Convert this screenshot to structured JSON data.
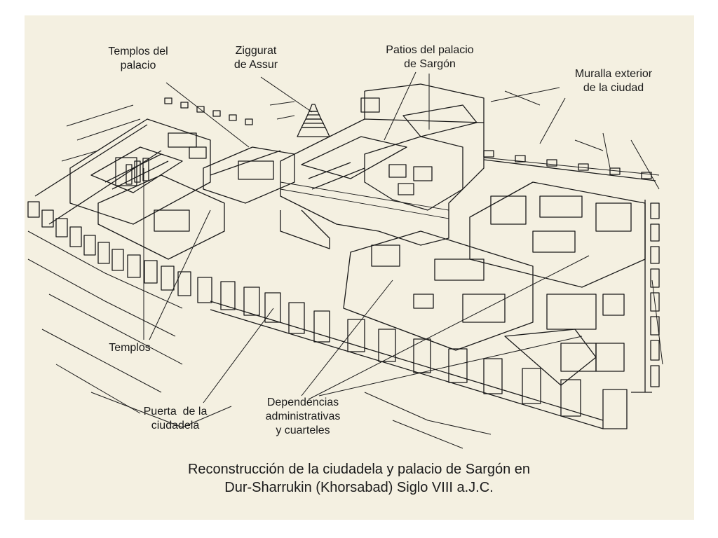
{
  "labels": {
    "templos_palacio": [
      "Templos del",
      "palacio"
    ],
    "ziggurat": [
      "Ziggurat",
      "de Assur"
    ],
    "patios": [
      "Patios del palacio",
      "de Sargón"
    ],
    "muralla": [
      "Muralla exterior",
      "de la ciudad"
    ],
    "templos": "Templos",
    "puerta": [
      "Puerta  de la",
      "ciudadela"
    ],
    "dependencias": [
      "Dependencias",
      "administrativas",
      "y cuarteles"
    ]
  },
  "caption": {
    "line1": "Reconstrucción de la ciudadela y palacio de Sargón en",
    "line2": "Dur-Sharrukin (Khorsabad) Siglo VIII a.J.C."
  },
  "colors": {
    "paper": "#f4f0e1",
    "ink": "#1a1a1a"
  }
}
